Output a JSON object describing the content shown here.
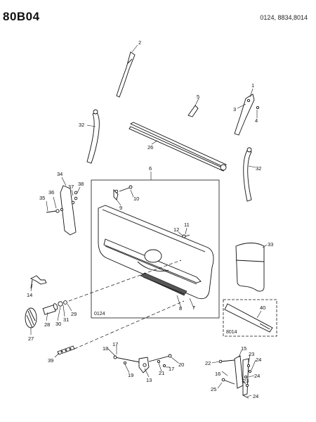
{
  "header": {
    "diagram_code": "80B04",
    "model_codes": "0124, 8834,8014"
  },
  "inset_labels": {
    "main_panel": "0124",
    "side_panel": "8014"
  },
  "callouts": [
    "1",
    "2",
    "3",
    "4",
    "5",
    "6",
    "7",
    "8",
    "9",
    "10",
    "11",
    "12",
    "13",
    "14",
    "15",
    "16",
    "17",
    "17",
    "18",
    "19",
    "20",
    "21",
    "22",
    "23",
    "23",
    "24",
    "24",
    "24",
    "25",
    "26",
    "27",
    "28",
    "29",
    "30",
    "31",
    "32",
    "32",
    "33",
    "34",
    "35",
    "36",
    "37",
    "38",
    "39",
    "40"
  ]
}
